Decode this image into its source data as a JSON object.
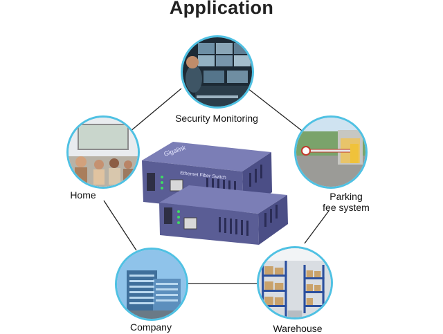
{
  "title": "Application",
  "device": {
    "brand": "Gigalink",
    "label": "Ethernet Fiber Switch",
    "body_color": "#5a5d95"
  },
  "nodes": [
    {
      "id": "security",
      "label_lines": [
        "Security Monitoring"
      ],
      "icon": "security-camera-monitors-icon"
    },
    {
      "id": "home",
      "label_lines": [
        "Home"
      ],
      "icon": "family-tv-icon"
    },
    {
      "id": "parking",
      "label_lines": [
        "Parking",
        "fee system"
      ],
      "icon": "parking-barrier-icon"
    },
    {
      "id": "company",
      "label_lines": [
        "Company"
      ],
      "icon": "office-building-icon"
    },
    {
      "id": "warehouse",
      "label_lines": [
        "Warehouse"
      ],
      "icon": "warehouse-shelves-icon"
    }
  ],
  "colors": {
    "ring": "#4fc1e3",
    "connector": "#222222",
    "title": "#222222"
  }
}
